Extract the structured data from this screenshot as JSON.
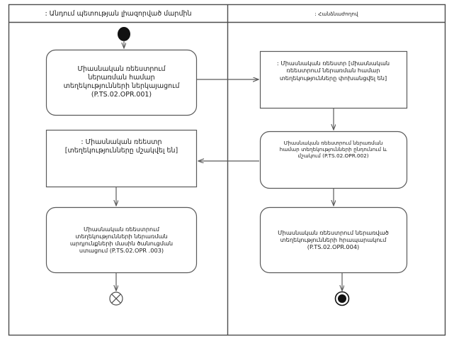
{
  "diagram": {
    "type": "uml-activity-diagram",
    "title": "",
    "background_color": "#ffffff",
    "line_color": "#5a5a5a",
    "frame_color": "#4d4d4d",
    "text_color": "#1a1a1a"
  },
  "lanes": [
    {
      "id": "lane-left",
      "header": ": Անդում պետության լիազորված մարմին"
    },
    {
      "id": "lane-right",
      "header": ": Հանձնաժողով"
    }
  ],
  "nodes": {
    "initial": {
      "kind": "initial-node",
      "lane": "lane-left"
    },
    "action1": {
      "kind": "action",
      "lane": "lane-left",
      "label": "Միասնական ռեեստրում\nներառման համար\nտեղեկությունների ներկայացում\n(P.TS.02.OPR.001)"
    },
    "object1": {
      "kind": "object-node",
      "lane": "lane-right",
      "label": ": Միասնական ռեեստր [միասնական\nռեեստրում ներառման համար\nտեղեկությունները փոխանցվել են]"
    },
    "action2": {
      "kind": "action",
      "lane": "lane-right",
      "label": "Միասնական ռեեստրում ներառման\nհամար տեղեկությունների ընդունում և\nմշակում (P.TS.02.OPR.002)"
    },
    "object2": {
      "kind": "object-node",
      "lane": "lane-left",
      "label": ": Միասնական ռեեստր\n[տեղեկությունները մշակվել են]"
    },
    "action3": {
      "kind": "action",
      "lane": "lane-left",
      "label": "Միասնական ռեեստրում\nտեղեկությունների ներառման\nարդյունքների մասին ծանուցման\nստացում (P.TS.02.OPR .003)"
    },
    "action4": {
      "kind": "action",
      "lane": "lane-right",
      "label": "Միասնական ռեեստրում ներառված\nտեղեկությունների հրապարակում\n(P.TS.02.OPR.004)"
    },
    "flow_final": {
      "kind": "flow-final-node",
      "lane": "lane-left"
    },
    "activity_final": {
      "kind": "activity-final-node",
      "lane": "lane-right"
    }
  },
  "edges": [
    {
      "from": "initial",
      "to": "action1",
      "direction": "down"
    },
    {
      "from": "action1",
      "to": "object1",
      "direction": "right"
    },
    {
      "from": "object1",
      "to": "action2",
      "direction": "down"
    },
    {
      "from": "action2",
      "to": "object2",
      "direction": "left"
    },
    {
      "from": "object2",
      "to": "action3",
      "direction": "down"
    },
    {
      "from": "action3",
      "to": "flow_final",
      "direction": "down"
    },
    {
      "from": "action2",
      "to": "action4",
      "direction": "down"
    },
    {
      "from": "action4",
      "to": "activity_final",
      "direction": "down"
    }
  ]
}
